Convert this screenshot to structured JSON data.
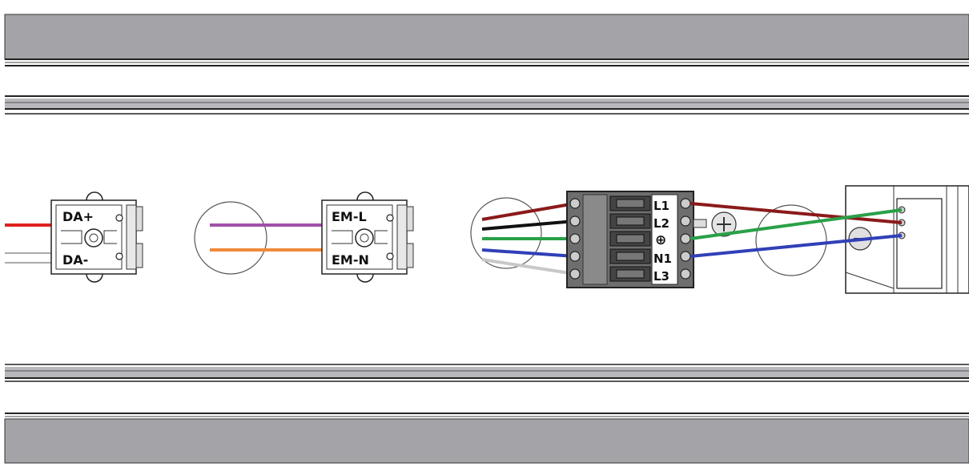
{
  "connectors": {
    "da": {
      "top_label": "DA+",
      "bottom_label": "DA-"
    },
    "em": {
      "top_label": "EM-L",
      "bottom_label": "EM-N"
    }
  },
  "terminal_block": {
    "labels": [
      "L1",
      "L2",
      "⊕",
      "N1",
      "L3"
    ]
  },
  "colors": {
    "rail_fill": "#a3a3a8",
    "wire_red": "#e02020",
    "wire_purple": "#a050a8",
    "wire_orange": "#f08a3a",
    "wire_darkred": "#8b1a1a",
    "wire_black": "#111111",
    "wire_green": "#2aa048",
    "wire_blue": "#3040b8",
    "wire_grey": "#c8c8c8"
  }
}
